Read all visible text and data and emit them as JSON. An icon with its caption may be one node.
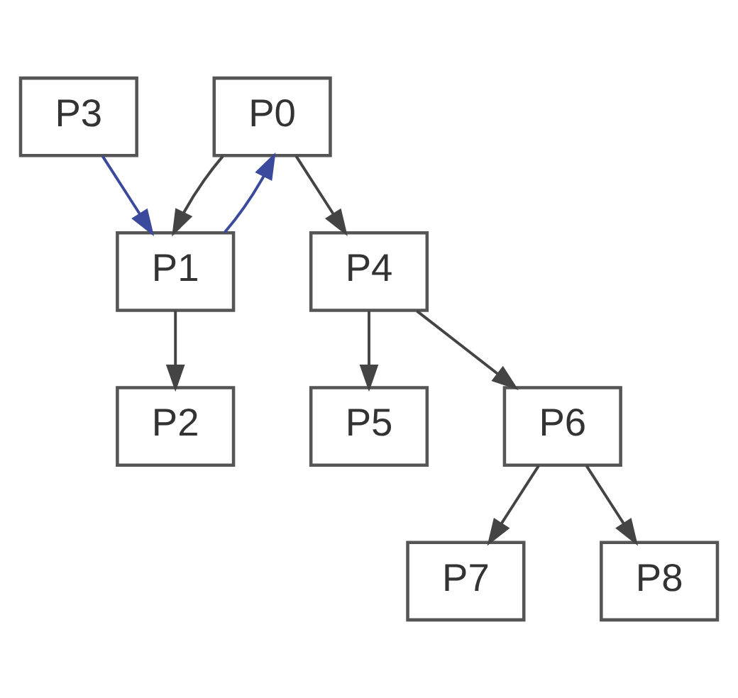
{
  "diagram": {
    "nodes": [
      {
        "text": [
          "P0"
        ]
      },
      {
        "text": [
          "P1"
        ]
      },
      {
        "text": [
          "P4"
        ]
      },
      {
        "text": [
          "P2"
        ]
      },
      {
        "text": [
          "P3"
        ]
      },
      {
        "text": [
          "P5"
        ]
      },
      {
        "text": [
          "P6"
        ]
      },
      {
        "text": [
          "P7"
        ]
      },
      {
        "text": [
          "P8"
        ]
      }
    ],
    "edges": [
      {
        "from": 0,
        "to": 1,
        "arrow": "to"
      },
      {
        "from": 1,
        "to": 0,
        "arrow": "to",
        "color": "#3b4a9c"
      },
      {
        "from": 0,
        "to": 2,
        "arrow": "to"
      },
      {
        "from": 1,
        "to": 3,
        "arrow": "to"
      },
      {
        "from": 4,
        "to": 1,
        "arrow": "to",
        "color": "#3b4a9c"
      },
      {
        "from": 2,
        "to": 5,
        "arrow": "to"
      },
      {
        "from": 2,
        "to": 6,
        "arrow": "to"
      },
      {
        "from": 6,
        "to": 7,
        "arrow": "to"
      },
      {
        "from": 6,
        "to": 8,
        "arrow": "to"
      }
    ]
  }
}
